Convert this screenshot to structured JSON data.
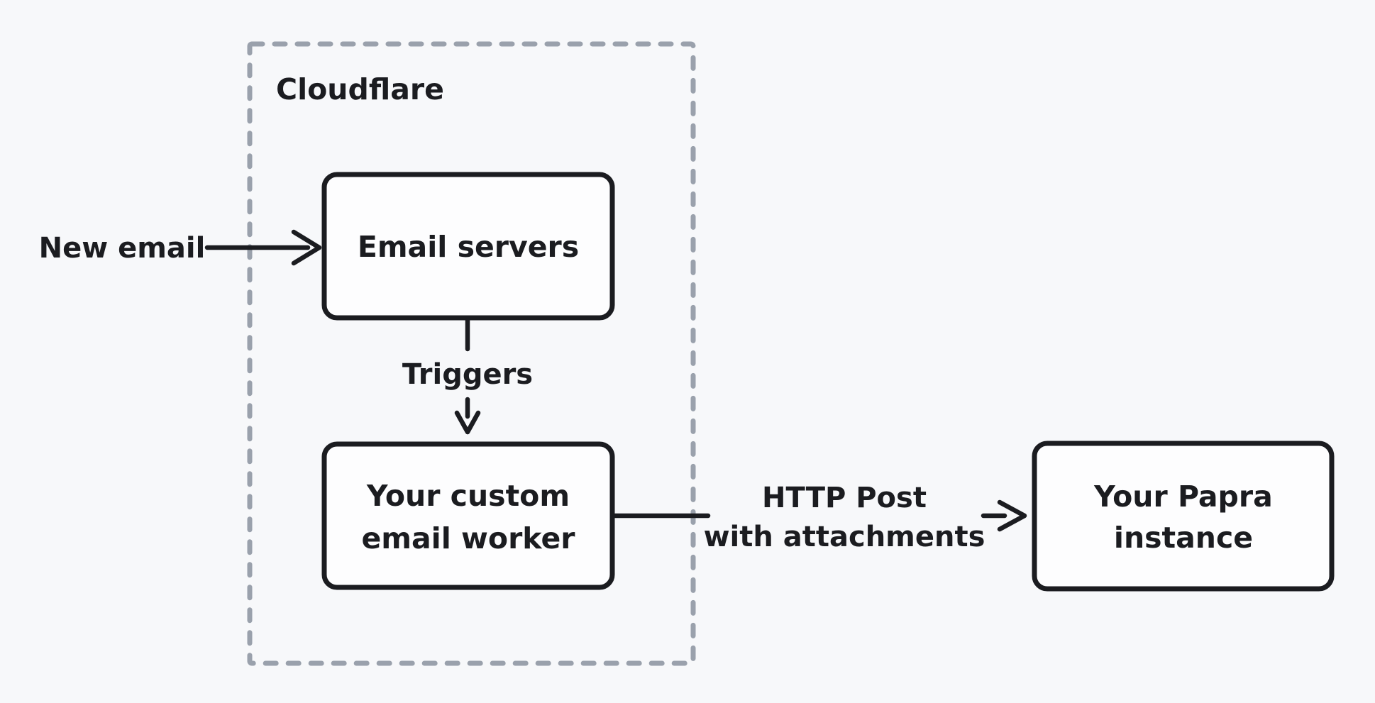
{
  "canvas": {
    "background": "#f7f8fa"
  },
  "diagram": {
    "type": "flowchart",
    "container": {
      "label": "Cloudflare",
      "border_color": "#9aa1ac",
      "border_style": "dashed"
    },
    "nodes": [
      {
        "id": "email-servers",
        "label": "Email servers",
        "inside_container": true
      },
      {
        "id": "custom-email-worker",
        "label_line1": "Your custom",
        "label_line2": "email worker",
        "inside_container": true
      },
      {
        "id": "papra-instance",
        "label_line1": "Your Papra",
        "label_line2": "instance",
        "inside_container": false
      }
    ],
    "edges": [
      {
        "id": "new-email",
        "label": "New email",
        "from": "external",
        "to": "email-servers"
      },
      {
        "id": "triggers",
        "label": "Triggers",
        "from": "email-servers",
        "to": "custom-email-worker"
      },
      {
        "id": "http-post",
        "label_line1": "HTTP Post",
        "label_line2": "with attachments",
        "from": "custom-email-worker",
        "to": "papra-instance"
      }
    ],
    "colors": {
      "stroke": "#1b1c20",
      "text": "#1b1c20",
      "node_fill": "#fdfdfe",
      "container_dash": "#9aa1ac"
    }
  }
}
